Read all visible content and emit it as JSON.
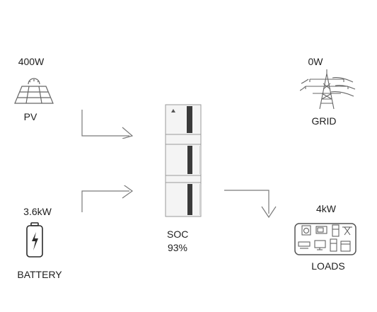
{
  "pv": {
    "power": "400W",
    "label": "PV",
    "icon": "solar-panel-icon"
  },
  "grid": {
    "power": "0W",
    "label": "GRID",
    "icon": "power-tower-icon"
  },
  "battery": {
    "power": "3.6kW",
    "label": "BATTERY",
    "icon": "battery-charging-icon"
  },
  "loads": {
    "power": "4kW",
    "label": "LOADS",
    "icon": "home-appliances-icon"
  },
  "storage": {
    "soc_label": "SOC",
    "soc_value": "93%",
    "icon": "battery-storage-unit-icon"
  },
  "colors": {
    "line": "#7a7a7a",
    "unit_body": "#f4f4f4",
    "unit_trim": "#3a3a3a"
  }
}
